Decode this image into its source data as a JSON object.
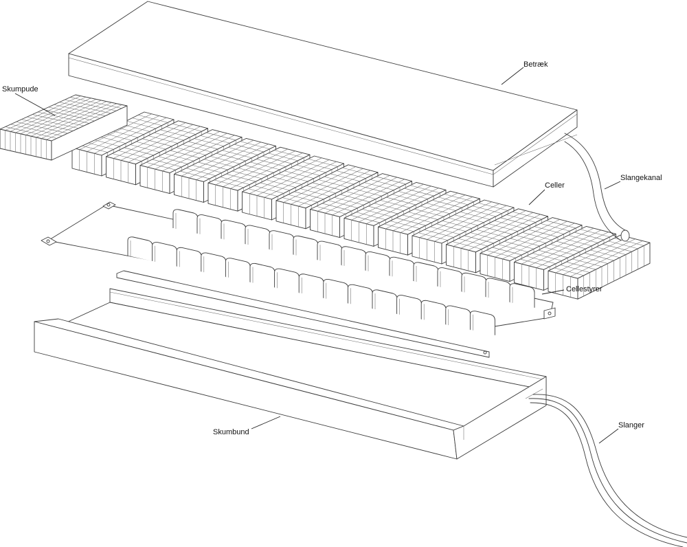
{
  "diagram": {
    "labels": {
      "cover": "Betræk",
      "foam_pad": "Skumpude",
      "hose_channel": "Slangekanal",
      "cells": "Celler",
      "cell_guides": "Cellestyrer",
      "foam_base": "Skumbund",
      "hoses": "Slanger"
    }
  },
  "colors": {
    "line": "#3a3a3a",
    "text": "#111111",
    "background": "#ffffff"
  }
}
